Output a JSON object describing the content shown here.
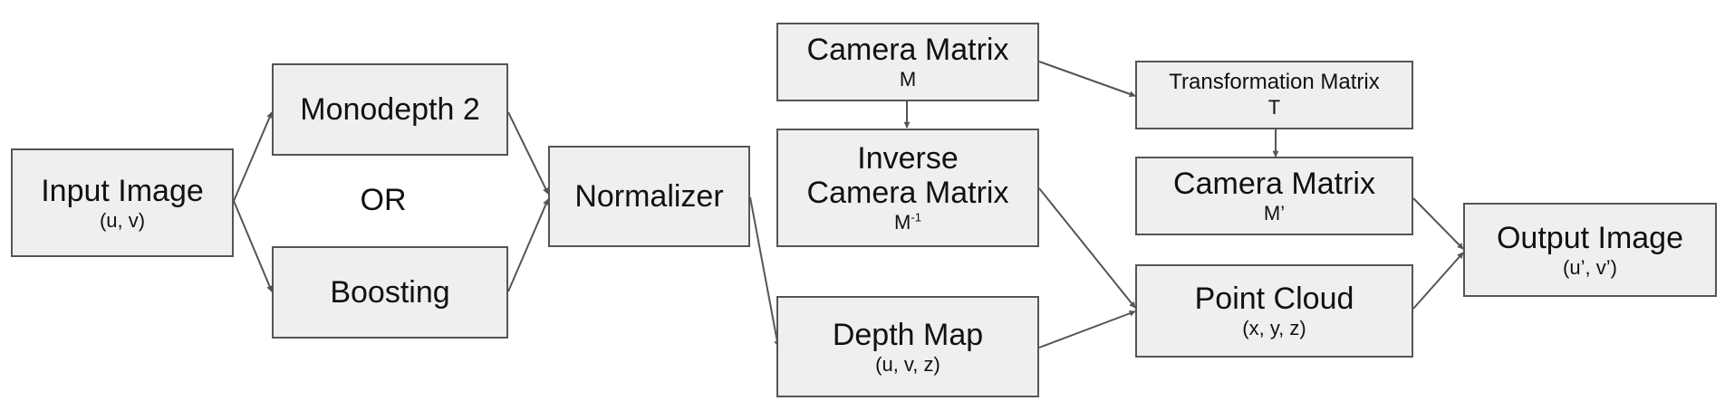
{
  "nodes": {
    "input_image": {
      "title": "Input Image",
      "sub": "(u, v)"
    },
    "monodepth": {
      "title": "Monodepth 2"
    },
    "boosting": {
      "title": "Boosting"
    },
    "normalizer": {
      "title": "Normalizer"
    },
    "camera_matrix": {
      "title": "Camera Matrix",
      "sub": "M"
    },
    "inverse_camera_matrix": {
      "title_line1": "Inverse",
      "title_line2": "Camera Matrix",
      "sub": "M",
      "sub_sup": "-1"
    },
    "depth_map": {
      "title": "Depth Map",
      "sub": "(u, v, z)"
    },
    "transformation_matrix": {
      "title": "Transformation Matrix",
      "sub": "T"
    },
    "camera_matrix_prime": {
      "title": "Camera Matrix",
      "sub": "M’"
    },
    "point_cloud": {
      "title": "Point Cloud",
      "sub": "(x, y, z)"
    },
    "output_image": {
      "title": "Output Image",
      "sub": "(u’, v’)"
    }
  },
  "or_label": "OR",
  "colors": {
    "node_fill": "#efefef",
    "node_border": "#555555",
    "arrow": "#555555"
  }
}
